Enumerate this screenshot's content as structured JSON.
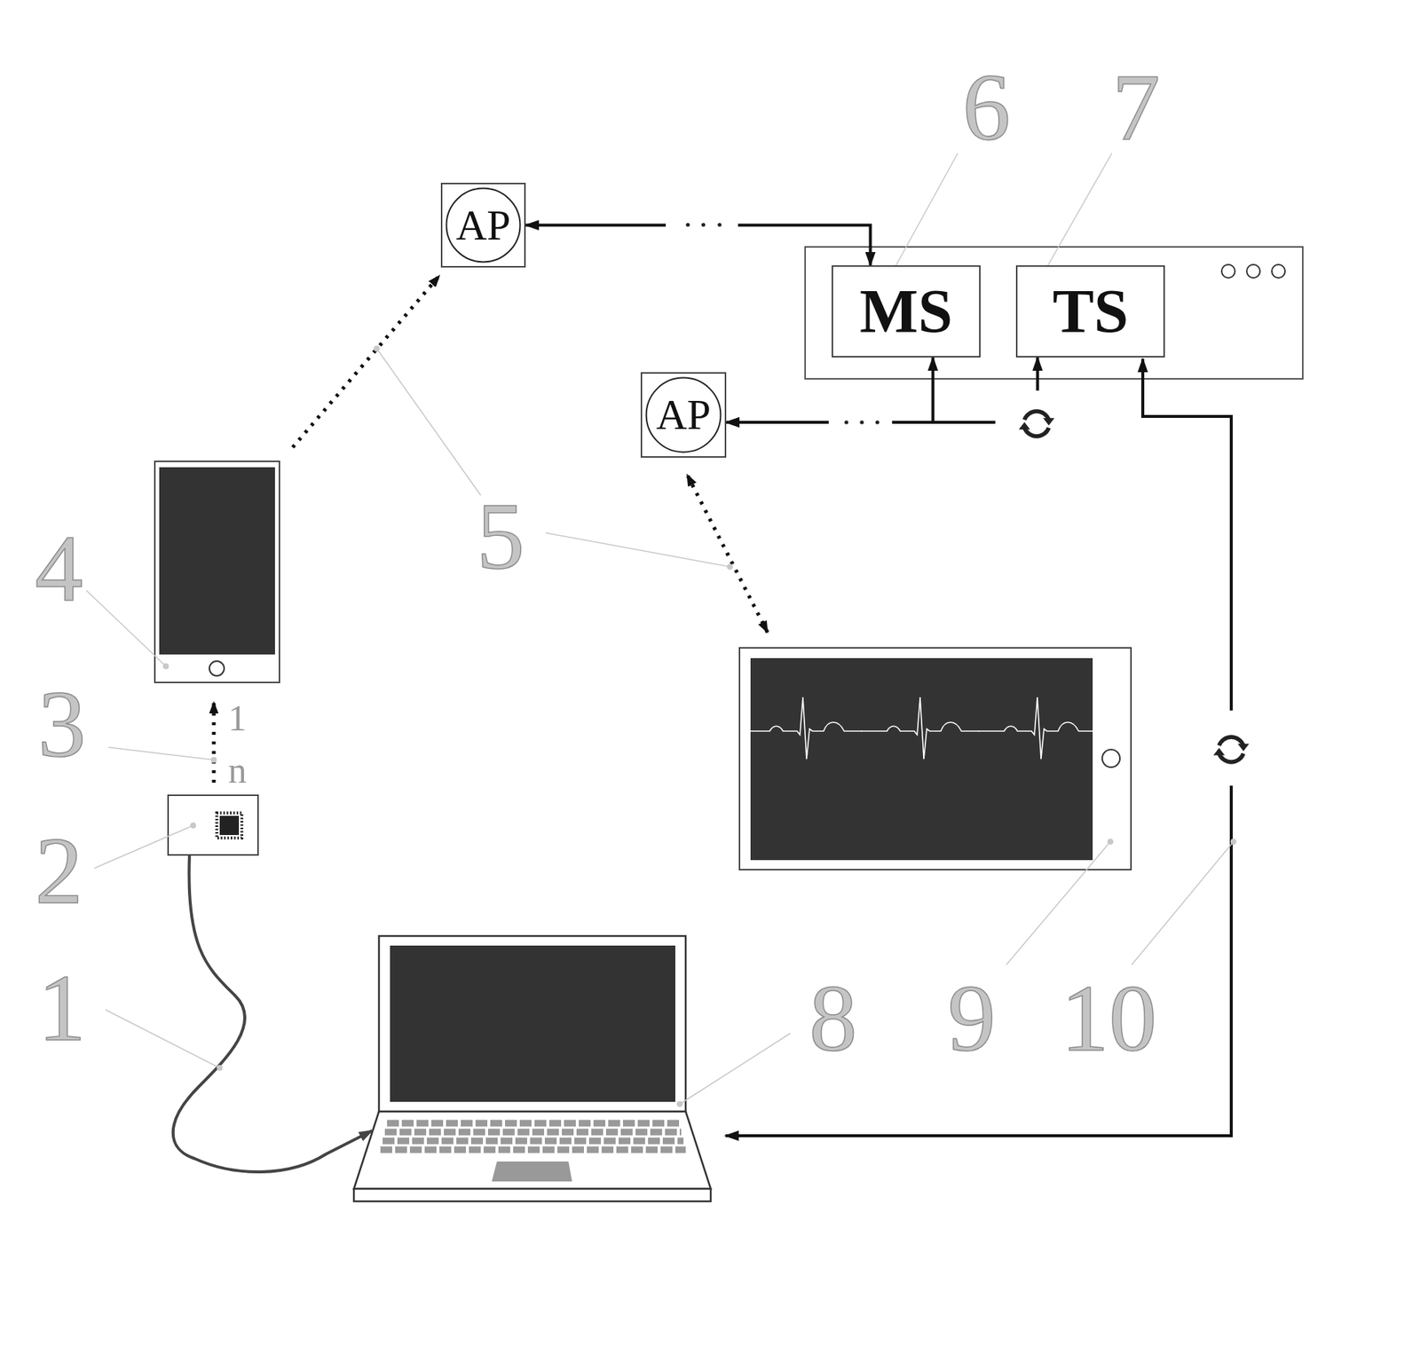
{
  "diagram": {
    "nodes": [
      {
        "text": [
          "AP"
        ]
      },
      {
        "text": [
          "MS"
        ]
      },
      {
        "text": [
          "TS"
        ]
      },
      {
        "text": [
          "AP"
        ]
      }
    ],
    "edges": [
      {
        "from": 0,
        "to": 1,
        "arrow": "both"
      },
      {
        "from": 3,
        "to": 1,
        "arrow": "both"
      },
      {
        "from": 3,
        "to": 2,
        "arrow": "both"
      }
    ],
    "labels": [
      "6",
      "7",
      "5",
      "4",
      "3",
      "1",
      "n",
      "2",
      "1",
      "8",
      "9",
      "10"
    ]
  }
}
